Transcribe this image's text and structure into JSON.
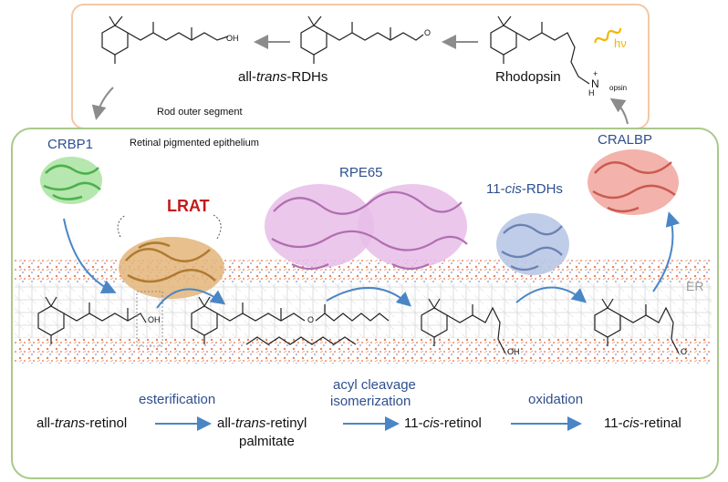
{
  "top_box": {
    "rhodopsin_label": "Rhodopsin",
    "all_trans_rdhs_label_prefix": "all-",
    "all_trans_rdhs_label_italic": "trans",
    "all_trans_rdhs_label_suffix": "-RDHs",
    "light_label": "hν",
    "oh_label": "OH",
    "o_label": "O",
    "n_label": "N",
    "n_charge": "+",
    "h_label": "H",
    "opsin_label": "opsin",
    "region_label": "Rod outer segment"
  },
  "main_box": {
    "region_label": "Retinal pigmented epithelium",
    "proteins": {
      "crbp1": "CRBP1",
      "lrat": "LRAT",
      "rpe65": "RPE65",
      "cis_rdhs_prefix": "11-",
      "cis_rdhs_italic": "cis",
      "cis_rdhs_suffix": "-RDHs",
      "cralbp": "CRALBP"
    },
    "er_label": "ER",
    "mol_labels": {
      "oh1": "OH",
      "ester_o": "O",
      "oh2": "OH",
      "o2": "O"
    },
    "reactions": {
      "esterification": "esterification",
      "acyl_cleavage": "acyl cleavage",
      "isomerization": "isomerization",
      "oxidation": "oxidation"
    },
    "compounds": {
      "c1_prefix": "all-",
      "c1_italic": "trans",
      "c1_suffix": "-retinol",
      "c2_prefix": "all-",
      "c2_italic": "trans",
      "c2_suffix": "-retinyl",
      "c2_line2": "palmitate",
      "c3_prefix": "11-",
      "c3_italic": "cis",
      "c3_suffix": "-retinol",
      "c4_prefix": "11-",
      "c4_italic": "cis",
      "c4_suffix": "-retinal"
    }
  },
  "colors": {
    "top_border": "#f2c8a6",
    "main_border": "#a9c98a",
    "label_blue": "#2e4f8f",
    "lrat_red": "#c41a1a",
    "arrow_blue": "#4a86c5",
    "arrow_gray": "#8c8c8c",
    "light_yellow": "#f2b705",
    "crbp1_green": "#6fcf6f",
    "lrat_orange": "#d9a05b",
    "rpe65_pink": "#d9a3d9",
    "rdhs_blue": "#9aaed6",
    "cralbp_salmon": "#e88a80"
  }
}
